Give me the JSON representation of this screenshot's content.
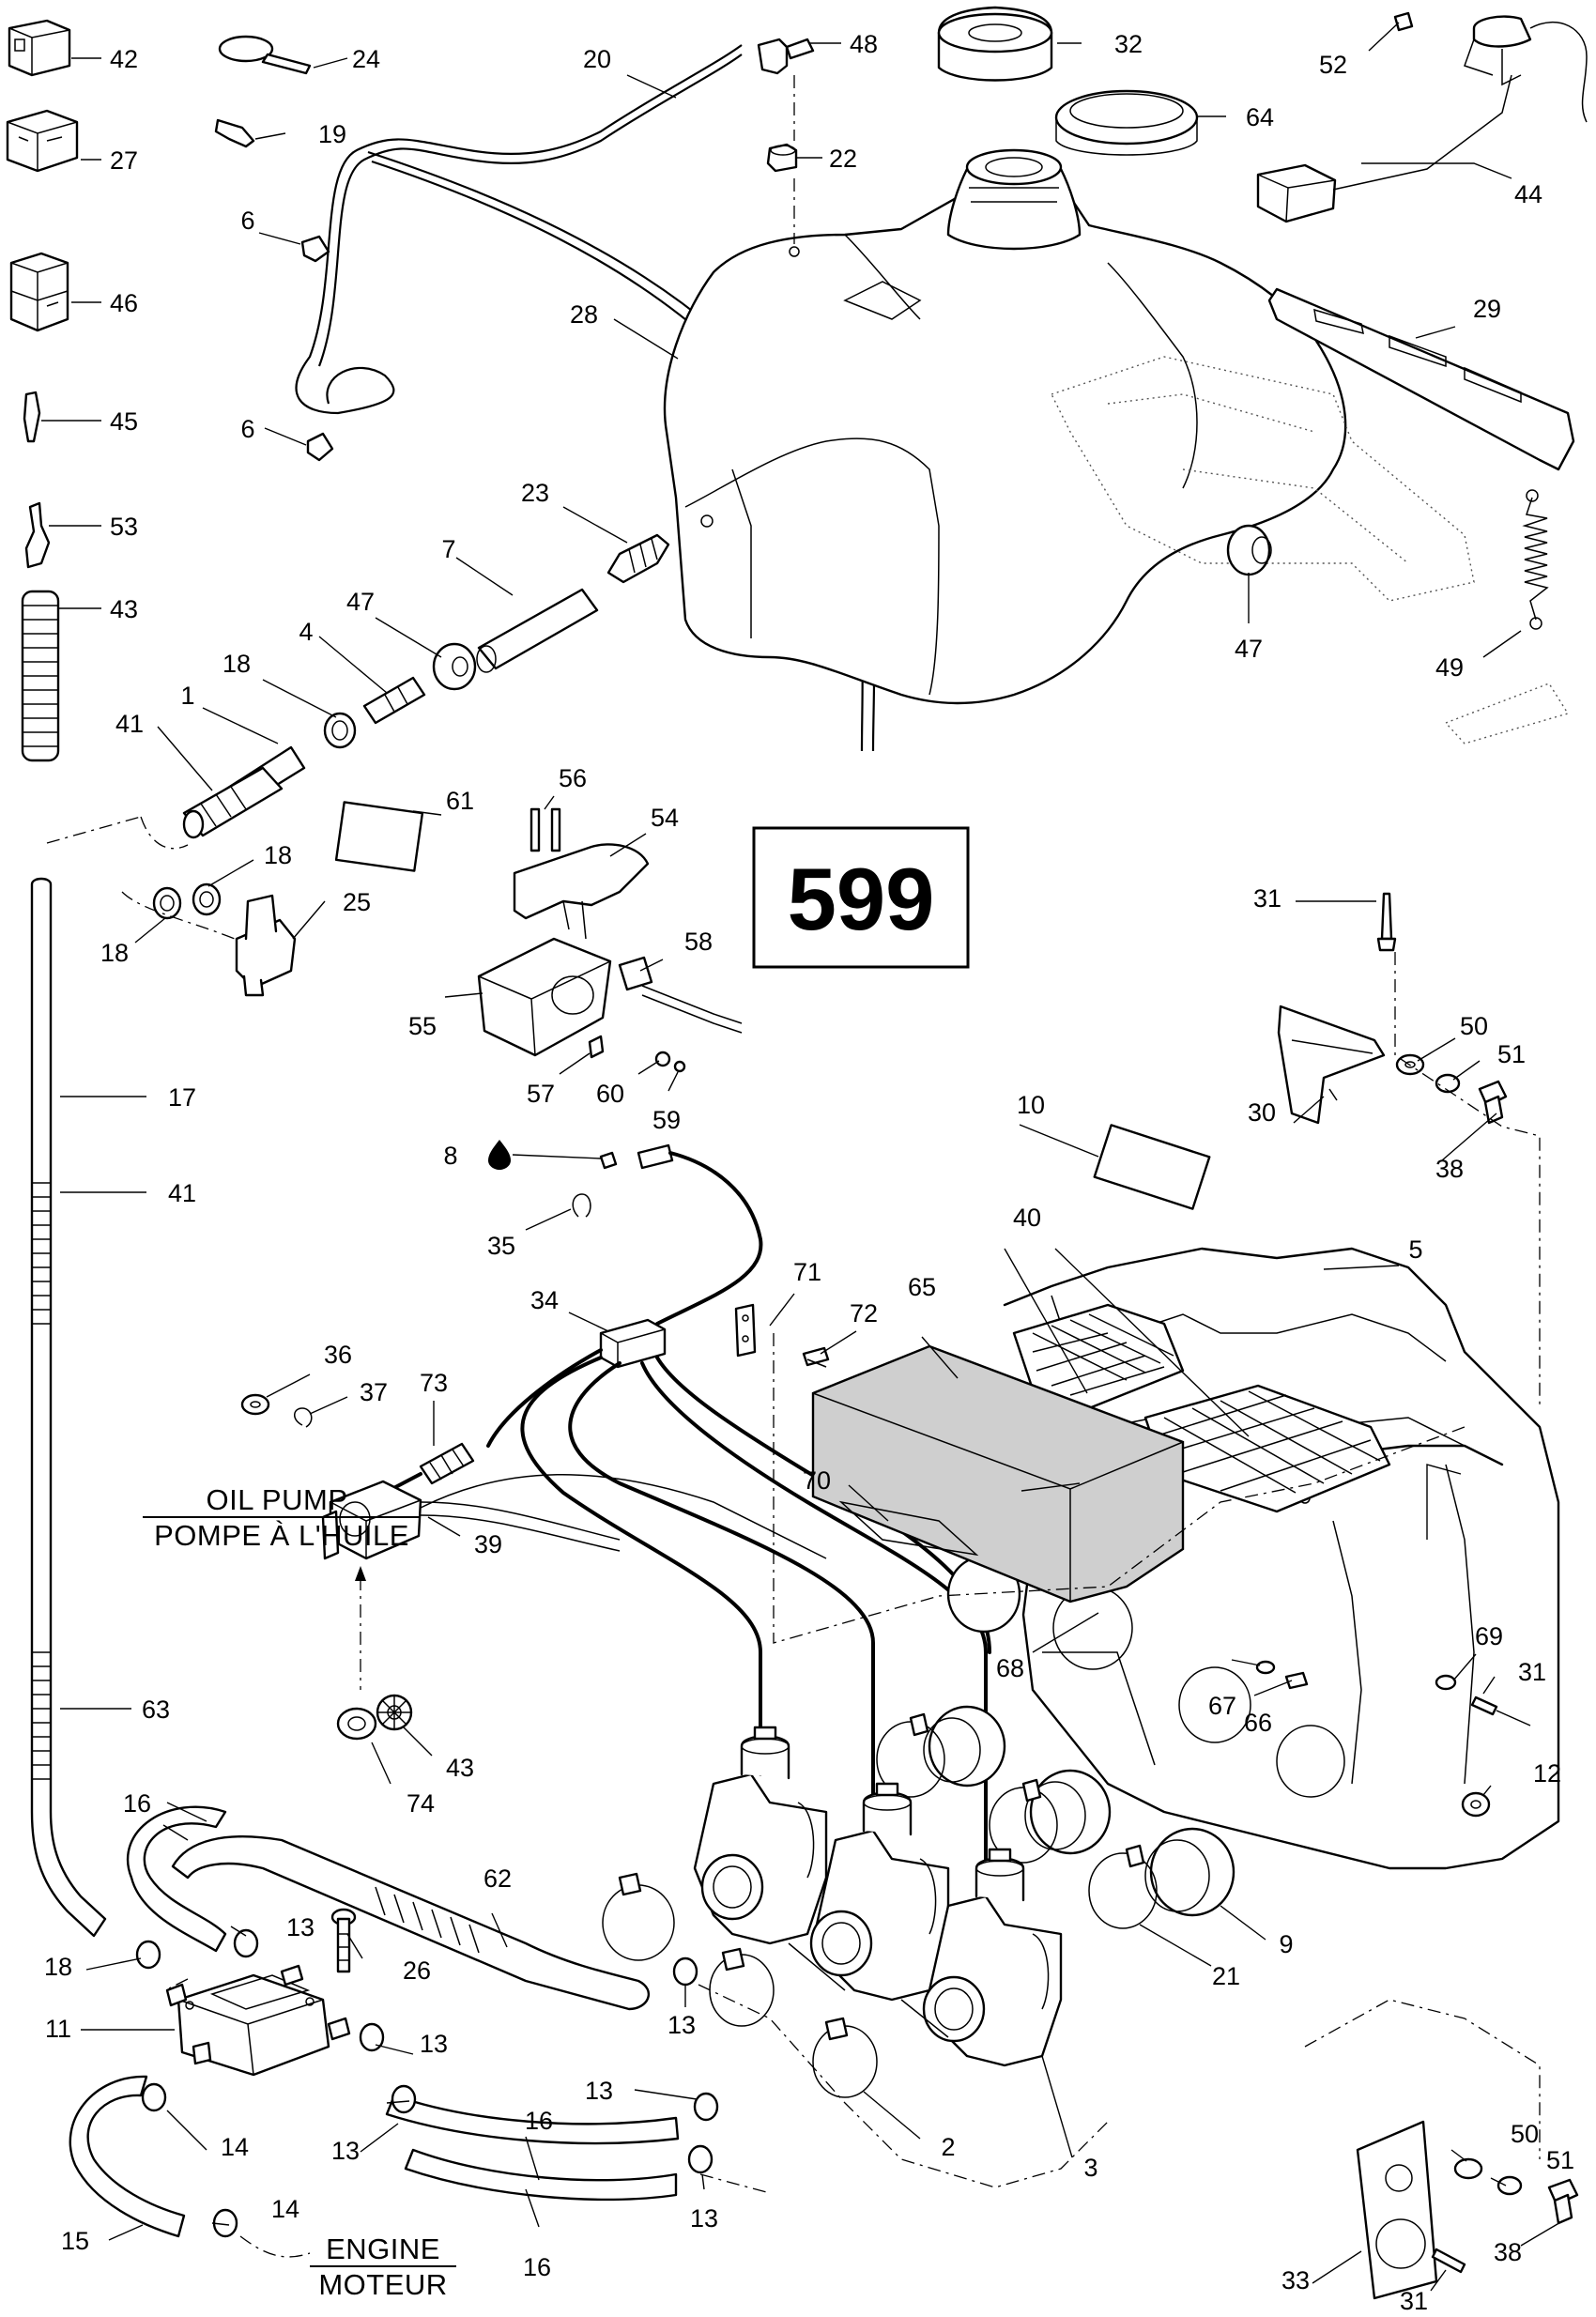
{
  "page_number": "599",
  "labels": {
    "oil_pump_en": "OIL PUMP",
    "oil_pump_fr": "POMPE À L'HUILE",
    "engine_en": "ENGINE",
    "engine_fr": "MOTEUR"
  },
  "callouts": {
    "c1": "1",
    "c2": "2",
    "c3": "3",
    "c4": "4",
    "c5": "5",
    "c6a": "6",
    "c6b": "6",
    "c7": "7",
    "c8": "8",
    "c9": "9",
    "c10": "10",
    "c11": "11",
    "c12": "12",
    "c13a": "13",
    "c13b": "13",
    "c13c": "13",
    "c13d": "13",
    "c13e": "13",
    "c13f": "13",
    "c14a": "14",
    "c14b": "14",
    "c15": "15",
    "c16a": "16",
    "c16b": "16",
    "c16c": "16",
    "c17": "17",
    "c18a": "18",
    "c18b": "18",
    "c18c": "18",
    "c18d": "18",
    "c19": "19",
    "c20": "20",
    "c21": "21",
    "c22": "22",
    "c23": "23",
    "c24": "24",
    "c25": "25",
    "c26": "26",
    "c27": "27",
    "c28": "28",
    "c29": "29",
    "c30": "30",
    "c31a": "31",
    "c31b": "31",
    "c31c": "31",
    "c32": "32",
    "c33": "33",
    "c34": "34",
    "c35": "35",
    "c36": "36",
    "c37": "37",
    "c38a": "38",
    "c38b": "38",
    "c39": "39",
    "c40": "40",
    "c41a": "41",
    "c41b": "41",
    "c42": "42",
    "c43a": "43",
    "c43b": "43",
    "c44": "44",
    "c45": "45",
    "c46": "46",
    "c47a": "47",
    "c47b": "47",
    "c48": "48",
    "c49": "49",
    "c50a": "50",
    "c50b": "50",
    "c51a": "51",
    "c51b": "51",
    "c52": "52",
    "c53": "53",
    "c54": "54",
    "c55": "55",
    "c56": "56",
    "c57": "57",
    "c58": "58",
    "c59": "59",
    "c60": "60",
    "c61": "61",
    "c62": "62",
    "c63": "63",
    "c64": "64",
    "c65": "65",
    "c66": "66",
    "c67": "67",
    "c68": "68",
    "c69": "69",
    "c70": "70",
    "c71": "71",
    "c72": "72",
    "c73": "73",
    "c74": "74"
  }
}
